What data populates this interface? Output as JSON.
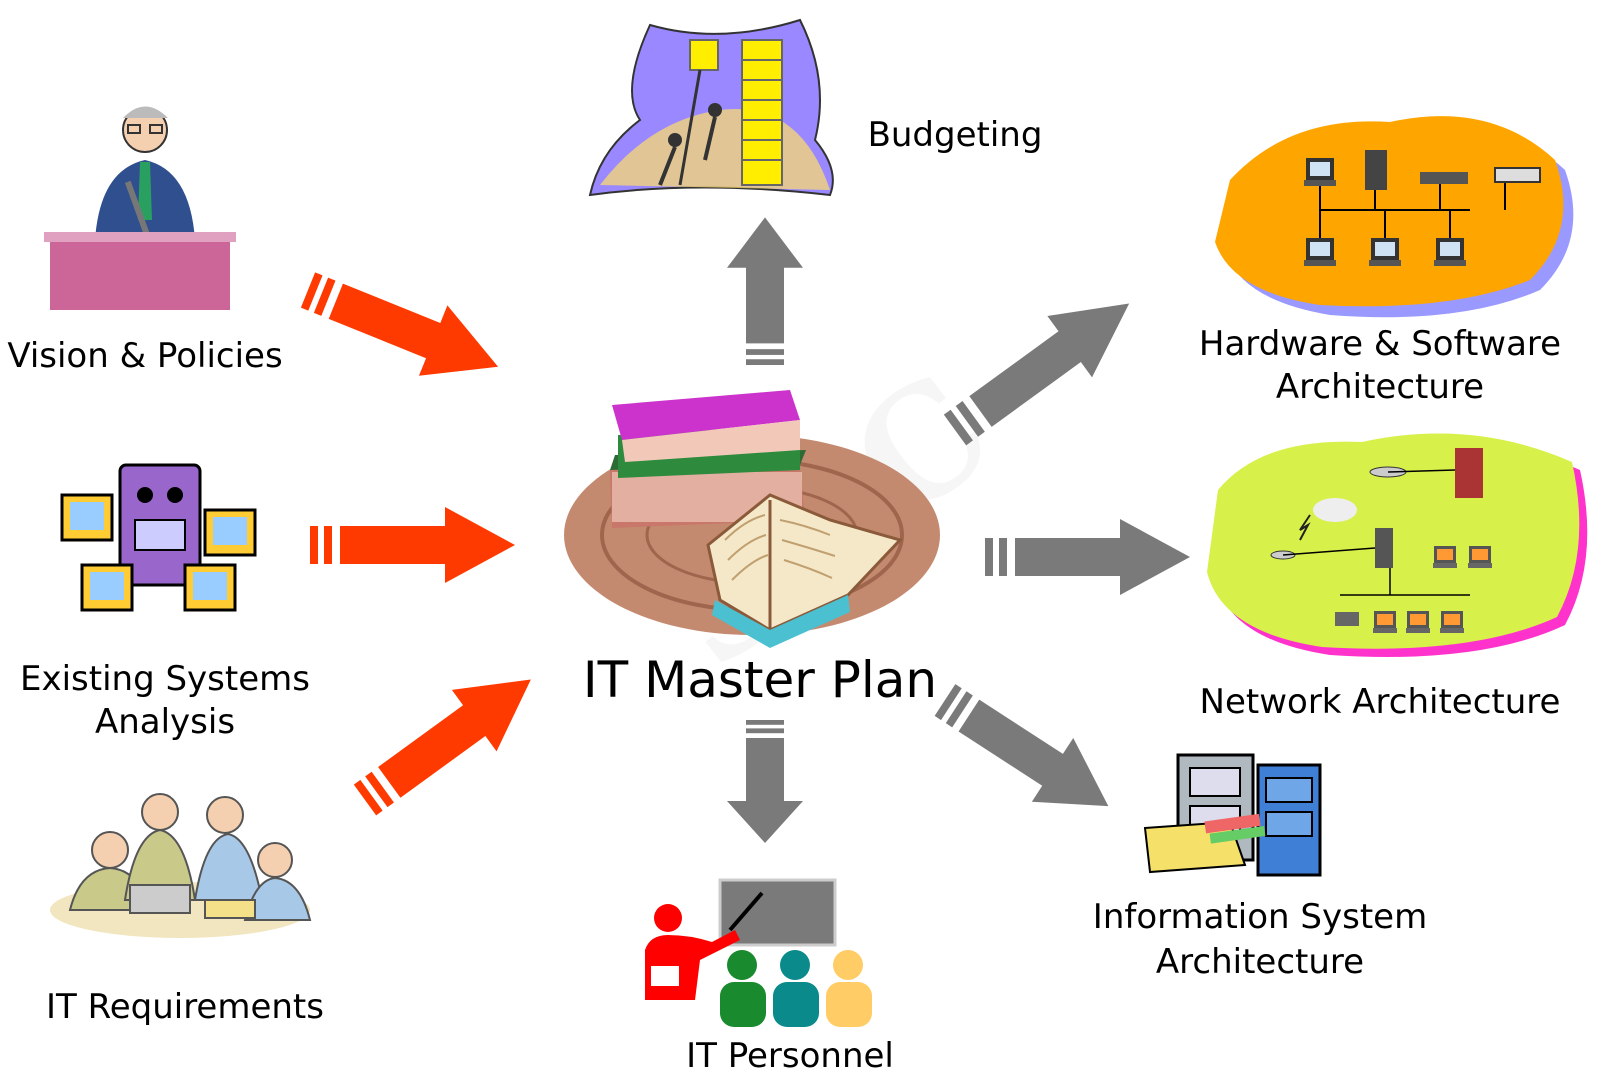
{
  "center": {
    "title": "IT Master Plan"
  },
  "inputs": [
    {
      "label": "Vision & Policies",
      "icon": "speaker-at-podium-icon"
    },
    {
      "label": "Existing Systems",
      "label2": "Analysis",
      "icon": "computer-systems-icon"
    },
    {
      "label": "IT Requirements",
      "icon": "team-meeting-icon"
    }
  ],
  "outputs": [
    {
      "label": "Budgeting",
      "icon": "coin-stack-icon"
    },
    {
      "label": "Hardware & Software",
      "label2": "Architecture",
      "icon": "hardware-network-icon"
    },
    {
      "label": "Network Architecture",
      "icon": "network-diagram-icon"
    },
    {
      "label": "Information System",
      "label2": "Architecture",
      "icon": "filing-cabinet-icon"
    },
    {
      "label": "IT Personnel",
      "icon": "training-presentation-icon"
    }
  ],
  "colors": {
    "input_arrow": "#ff3a00",
    "output_arrow": "#7a7a7a",
    "book_platter": "#c48a70",
    "hw_blob": "#ffa500",
    "net_blob": "#d8f04a",
    "podium": "#cc6699"
  },
  "watermark": "SEC"
}
